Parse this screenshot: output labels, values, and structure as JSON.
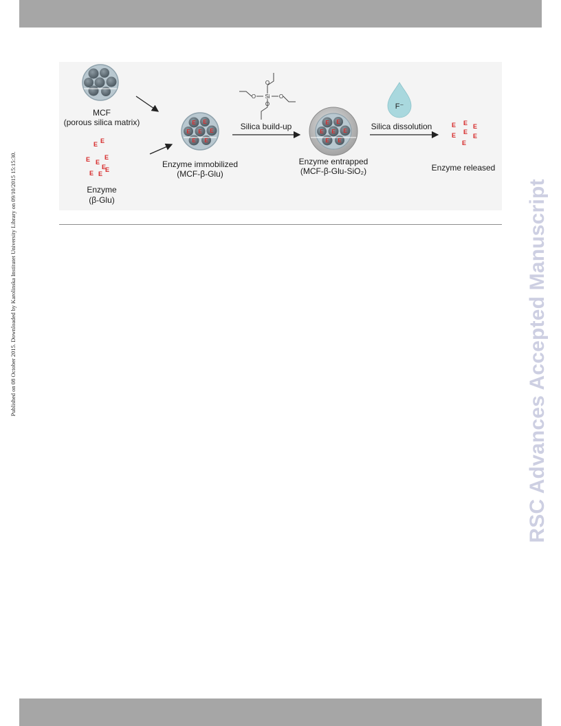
{
  "header_bar": "",
  "footer_bar": "",
  "side_left_text": "Published on 08 October 2015. Downloaded by Karolinska Institutet University Library on 09/10/2015 15:15:30.",
  "side_right_text": "RSC Advances Accepted Manuscript",
  "figure": {
    "mcf_label": "MCF",
    "mcf_sub": "(porous silica matrix)",
    "enzyme_label": "Enzyme",
    "enzyme_sub": "(β-Glu)",
    "immobilized_label": "Enzyme immobilized",
    "immobilized_sub": "(MCF-β-Glu)",
    "step1_label": "Silica build-up",
    "entrapped_label": "Enzyme entrapped",
    "entrapped_sub": "(MCF-β-Glu-SiO₂)",
    "step2_label": "Silica dissolution",
    "fluoride_label": "F⁻",
    "released_label": "Enzyme released",
    "si_label": "Si",
    "o_label": "O",
    "enzyme_glyph": "E",
    "colors": {
      "enzyme": "#d62a2a",
      "sphere": "#5f6f78",
      "drop": "#a9d8de"
    }
  }
}
